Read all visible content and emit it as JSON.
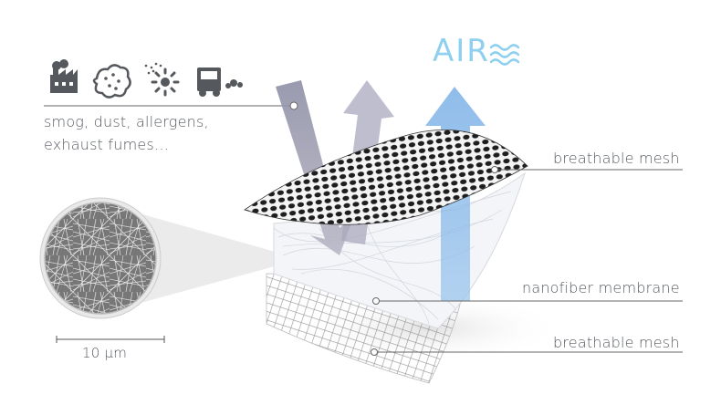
{
  "pollutants": {
    "line1": "smog, dust, allergens,",
    "line2": "exhaust fumes…",
    "icons": [
      "factory-icon",
      "dust-icon",
      "pollen-flower-icon",
      "truck-exhaust-icon"
    ]
  },
  "layers": {
    "top": "breathable mesh",
    "middle": "nanofiber membrane",
    "bottom": "breathable mesh"
  },
  "air_label": "AIR",
  "scale_label": "10 µm",
  "colors": {
    "air": "#8fd0ef",
    "airflow_arrow": "#7fb2e5",
    "pollutant_arrow": "#9ea0b3",
    "text": "#555a60",
    "leader_line": "#666666"
  }
}
